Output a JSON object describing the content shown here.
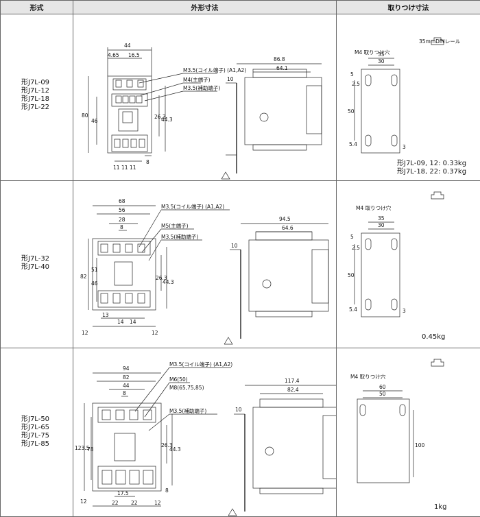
{
  "headers": {
    "model": "形式",
    "outline": "外形寸法",
    "mounting": "取りつけ寸法"
  },
  "rows": [
    {
      "models": [
        "形J7L-09",
        "形J7L-12",
        "形J7L-18",
        "形J7L-22"
      ],
      "front": {
        "width": "44",
        "w1": "4.65",
        "w2": "16.5",
        "height": "80",
        "h2": "46",
        "d1": "26.3",
        "d2": "44.3",
        "b1": "11",
        "b2": "11",
        "b3": "11",
        "b4": "8"
      },
      "callouts": [
        "M3.5(コイル端子) (A1,A2)",
        "M4(主端子)",
        "M3.5(補助端子)"
      ],
      "side": {
        "total": "86.8",
        "body": "64.1",
        "rail": "10"
      },
      "mount": {
        "title": "M4 取りつけ穴",
        "w": "35",
        "w2": "30",
        "h": "50",
        "top": "5",
        "left": "2.5",
        "bottom": "5.4",
        "right": "3",
        "din": "35mmDINレール"
      },
      "weights": [
        "形J7L-09, 12: 0.33kg",
        "形J7L-18, 22: 0.37kg"
      ]
    },
    {
      "models": [
        "形J7L-32",
        "形J7L-40"
      ],
      "front": {
        "width": "68",
        "w1": "56",
        "w2": "28",
        "w3": "8",
        "height": "82",
        "h1": "51",
        "h2": "46",
        "d1": "26.3",
        "d2": "44.3",
        "b1": "13",
        "b2": "14",
        "b3": "14",
        "b4": "12",
        "b5": "12"
      },
      "callouts": [
        "M3.5(コイル端子) (A1,A2)",
        "M5(主端子)",
        "M3.5(補助端子)"
      ],
      "side": {
        "total": "94.5",
        "body": "64.6",
        "rail": "10"
      },
      "mount": {
        "title": "M4 取りつけ穴",
        "w": "35",
        "w2": "30",
        "h": "50",
        "top": "5",
        "left": "2.5",
        "bottom": "5.4",
        "right": "3"
      },
      "weights": [
        "0.45kg"
      ]
    },
    {
      "models": [
        "形J7L-50",
        "形J7L-65",
        "形J7L-75",
        "形J7L-85"
      ],
      "front": {
        "width": "94",
        "w1": "82",
        "w2": "44",
        "w3": "8",
        "height": "123.5",
        "h1": "78",
        "d1": "26.3",
        "d2": "44.3",
        "b1": "17.5",
        "b2": "12",
        "b3": "22",
        "b4": "22",
        "b5": "12",
        "b6": "8"
      },
      "callouts": [
        "M3.5(コイル端子) (A1,A2)",
        "M6(50)",
        "M8(65,75,85)",
        "M3.5(補助端子)"
      ],
      "side": {
        "total": "117.4",
        "body": "82.4",
        "rail": "10"
      },
      "mount": {
        "title": "M4 取りつけ穴",
        "w": "60",
        "w2": "50",
        "h": "100"
      },
      "weights": [
        "1kg"
      ]
    }
  ]
}
